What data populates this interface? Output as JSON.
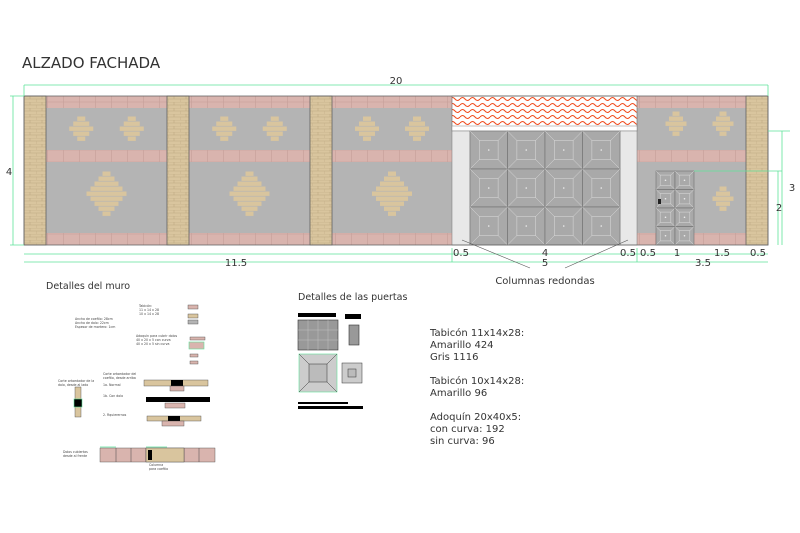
{
  "title": "ALZADO FACHADA",
  "dimensions": {
    "total_width": "20",
    "height_left": "4",
    "height_right_outer": "3",
    "height_right_inner": "2",
    "bottom_row1": [
      "0.5",
      "4",
      "0.5",
      "0.5",
      "1",
      "1.5",
      "0.5"
    ],
    "bottom_row2": [
      "11.5",
      "5",
      "3.5"
    ]
  },
  "annotation_columns": "Columnas redondas",
  "muro_details": {
    "heading": "Detalles del muro",
    "labels": [
      "Tabicón:",
      "11 x 14 x 28",
      "10 x 14 x 28",
      "Ancho de coeftio: 28cm",
      "Ancho de dolo: 22cm",
      "Espesor de mortero: 1cm",
      "Adoquín para cubrir dolos",
      "40 x 20 x 5 con curva",
      "40 x 20 x 5 sin curva",
      "Corte ortoedador de la",
      "dolo, desde al lado",
      "Corte ortoedador del",
      "coeftio, desde arriba",
      "1a. Normal",
      "1b. Con dolo",
      "2. Rquierernos",
      "Dolos cubiertas",
      "desde al frente",
      "Columna",
      "para coeftio"
    ]
  },
  "puertas_details": {
    "heading": "Detalles de las puertas"
  },
  "quantities": [
    {
      "title": "Tabicón 11x14x28:",
      "lines": [
        "Amarillo 424",
        "Gris 1116"
      ]
    },
    {
      "title": "Tabicón 10x14x28:",
      "lines": [
        "Amarillo 96"
      ]
    },
    {
      "title": "Adoquín 20x40x5:",
      "lines": [
        "con curva: 192",
        "sin curva: 96"
      ]
    }
  ],
  "colors": {
    "wall_gray": "#b4b4b4",
    "stripe_pink": "#d9b4ae",
    "brick_tan": "#d9c59e",
    "roof_orange": "#f04a1c",
    "dim_green": "#5fe39a"
  }
}
